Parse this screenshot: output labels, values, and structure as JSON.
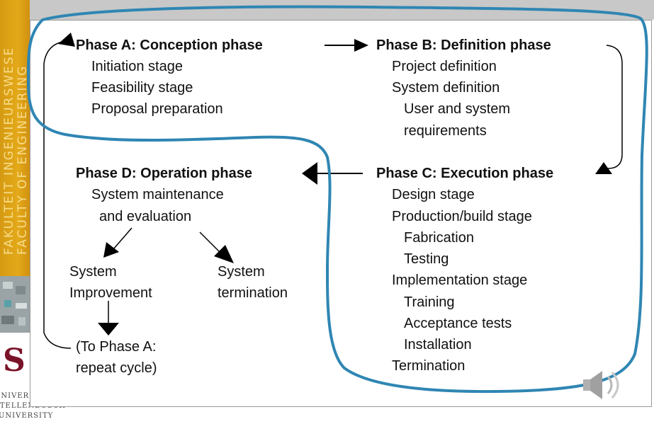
{
  "sidebar": {
    "vertical_text_1": "FAKULTEIT INGENIEURSWESE",
    "vertical_text_2": "FACULTY OF ENGINEERING",
    "crest_glyph": "S",
    "university_line1": "UNIVERSITEIT",
    "university_line2": "STELLENBOSCH",
    "university_line3": "UNIVERSITY"
  },
  "phase_a": {
    "title": "Phase A:  Conception phase",
    "items": [
      "Initiation stage",
      "Feasibility stage",
      "Proposal preparation"
    ]
  },
  "phase_b": {
    "title": "Phase B:  Definition phase",
    "items": [
      "Project definition",
      "System definition",
      "User and system",
      "requirements"
    ]
  },
  "phase_c": {
    "title": "Phase C:  Execution phase",
    "items": [
      "Design stage",
      "Production/build stage",
      "Fabrication",
      "Testing",
      "Implementation stage",
      "Training",
      "Acceptance tests",
      "Installation",
      "Termination"
    ]
  },
  "phase_d": {
    "title": "Phase D:  Operation phase",
    "items": [
      "System maintenance",
      "and evaluation"
    ]
  },
  "outcomes": {
    "improvement_line1": "System",
    "improvement_line2": "Improvement",
    "termination_line1": "System",
    "termination_line2": "termination",
    "repeat_line1": "(To Phase A:",
    "repeat_line2": "repeat cycle)"
  },
  "colors": {
    "annotation_stroke": "#2f86b3",
    "orange_band": "#e0a419"
  },
  "icons": {
    "audio": "speaker-icon"
  }
}
